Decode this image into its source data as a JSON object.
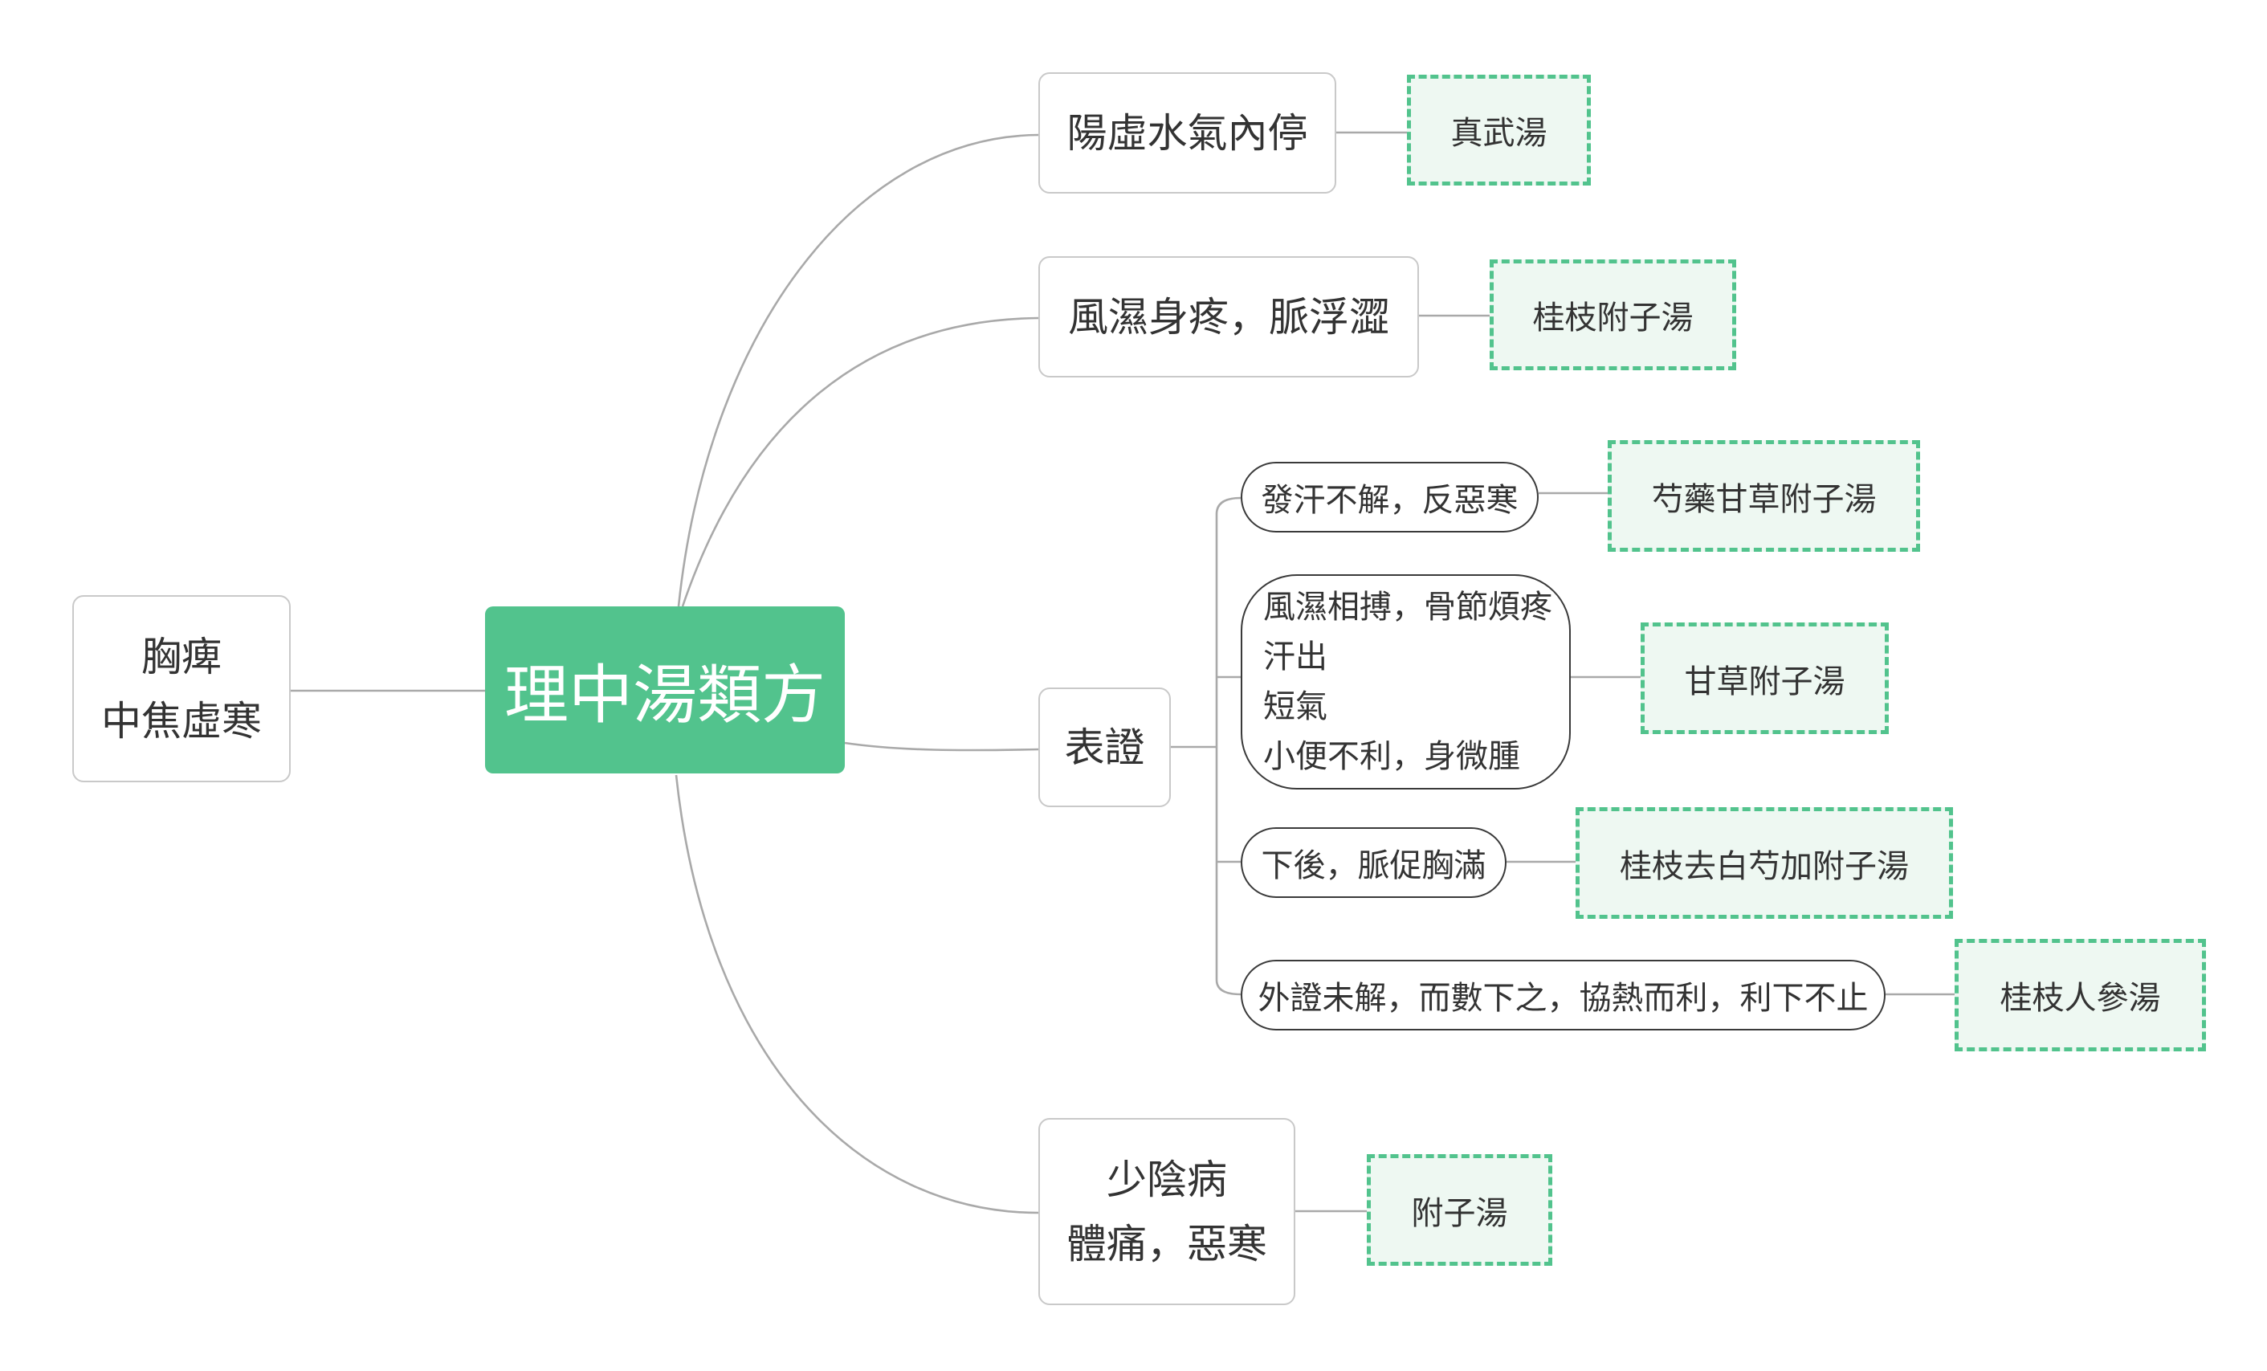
{
  "central": {
    "label": "理中湯類方"
  },
  "left_topic": {
    "label": "胸痺\n中焦虛寒"
  },
  "branches": [
    {
      "label": "陽虛水氣內停",
      "formula": "真武湯"
    },
    {
      "label": "風濕身疼，脈浮澀",
      "formula": "桂枝附子湯"
    },
    {
      "label": "表證",
      "sub": [
        {
          "label": "發汗不解，反惡寒",
          "formula": "芍藥甘草附子湯"
        },
        {
          "label": "風濕相搏，骨節煩疼\n汗出\n短氣\n小便不利，身微腫",
          "formula": "甘草附子湯"
        },
        {
          "label": "下後，脈促胸滿",
          "formula": "桂枝去白芍加附子湯"
        },
        {
          "label": "外證未解，而數下之，協熱而利，利下不止",
          "formula": "桂枝人參湯"
        }
      ]
    },
    {
      "label": "少陰病\n體痛，惡寒",
      "formula": "附子湯"
    }
  ],
  "colors": {
    "central_fill": "#52c38d",
    "formula_fill": "#eef8f2",
    "formula_border": "#52c38d",
    "connector": "#a9a9a9"
  }
}
